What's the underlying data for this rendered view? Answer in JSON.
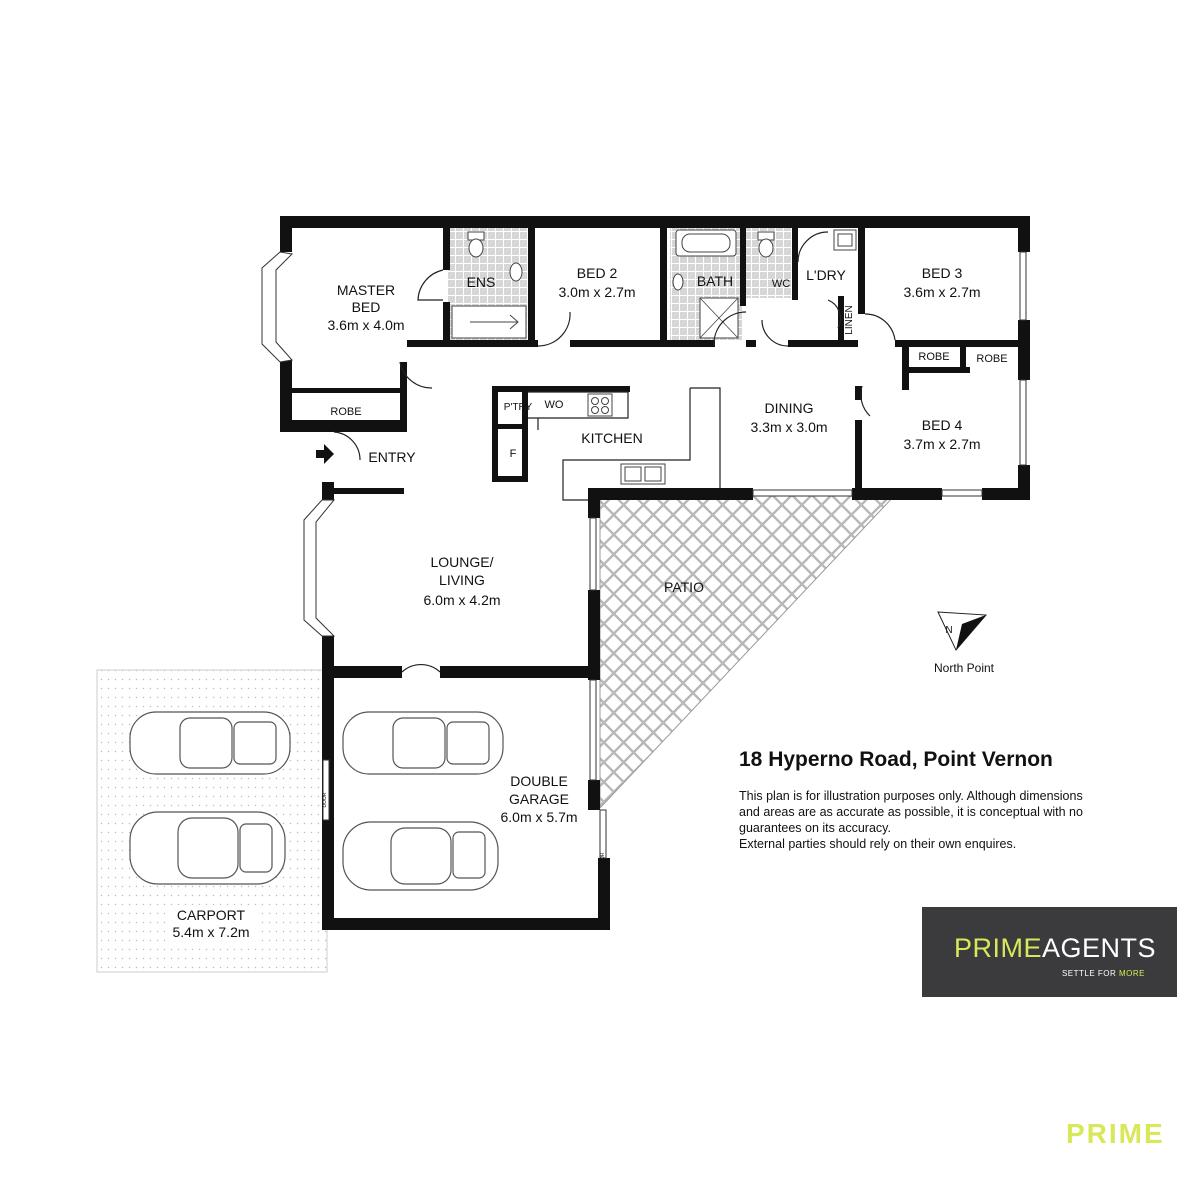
{
  "rooms": {
    "master_bed": {
      "name_line1": "MASTER",
      "name_line2": "BED",
      "size": "3.6m x 4.0m"
    },
    "ens": {
      "name": "ENS"
    },
    "bed2": {
      "name": "BED 2",
      "size": "3.0m x 2.7m"
    },
    "bath": {
      "name": "BATH"
    },
    "wc": {
      "name": "WC"
    },
    "laundry": {
      "name": "L'DRY"
    },
    "linen": {
      "name": "LINEN"
    },
    "bed3": {
      "name": "BED 3",
      "size": "3.6m x 2.7m"
    },
    "robe_master": {
      "name": "ROBE"
    },
    "robe_bed3": {
      "name": "ROBE"
    },
    "robe_bed4": {
      "name": "ROBE"
    },
    "pantry": {
      "name": "P'TRY"
    },
    "wall_oven": {
      "name": "WO"
    },
    "fridge": {
      "name": "F"
    },
    "kitchen": {
      "name": "KITCHEN"
    },
    "dining": {
      "name": "DINING",
      "size": "3.3m x 3.0m"
    },
    "bed4": {
      "name": "BED 4",
      "size": "3.7m x 2.7m"
    },
    "entry": {
      "name": "ENTRY"
    },
    "lounge": {
      "name_line1": "LOUNGE/",
      "name_line2": "LIVING",
      "size": "6.0m x 4.2m"
    },
    "patio": {
      "name": "PATIO"
    },
    "garage": {
      "name_line1": "DOUBLE",
      "name_line2": "GARAGE",
      "size": "6.0m x 5.7m"
    },
    "carport": {
      "name": "CARPORT",
      "size": "5.4m x 7.2m"
    }
  },
  "door_labels": {
    "garage_side": "DOOR",
    "carport_side": "DOOR"
  },
  "north_point": {
    "label": "North Point",
    "letter": "N"
  },
  "property": {
    "address": "18 Hyperno Road, Point Vernon",
    "disclaimer": [
      "This plan is for illustration purposes only.  Although dimensions",
      "and areas are as accurate as possible, it is conceptual with no",
      "guarantees on its accuracy.",
      "External parties should rely on their own enquires."
    ]
  },
  "brand": {
    "logo_word1": "PRIME",
    "logo_word2": "AGENTS",
    "tagline_part1": "SETTLE FOR ",
    "tagline_part2": "MORE",
    "watermark": "PRIME",
    "accent_color": "#d8e85a",
    "logo_bg_color": "#3b3b3d"
  }
}
